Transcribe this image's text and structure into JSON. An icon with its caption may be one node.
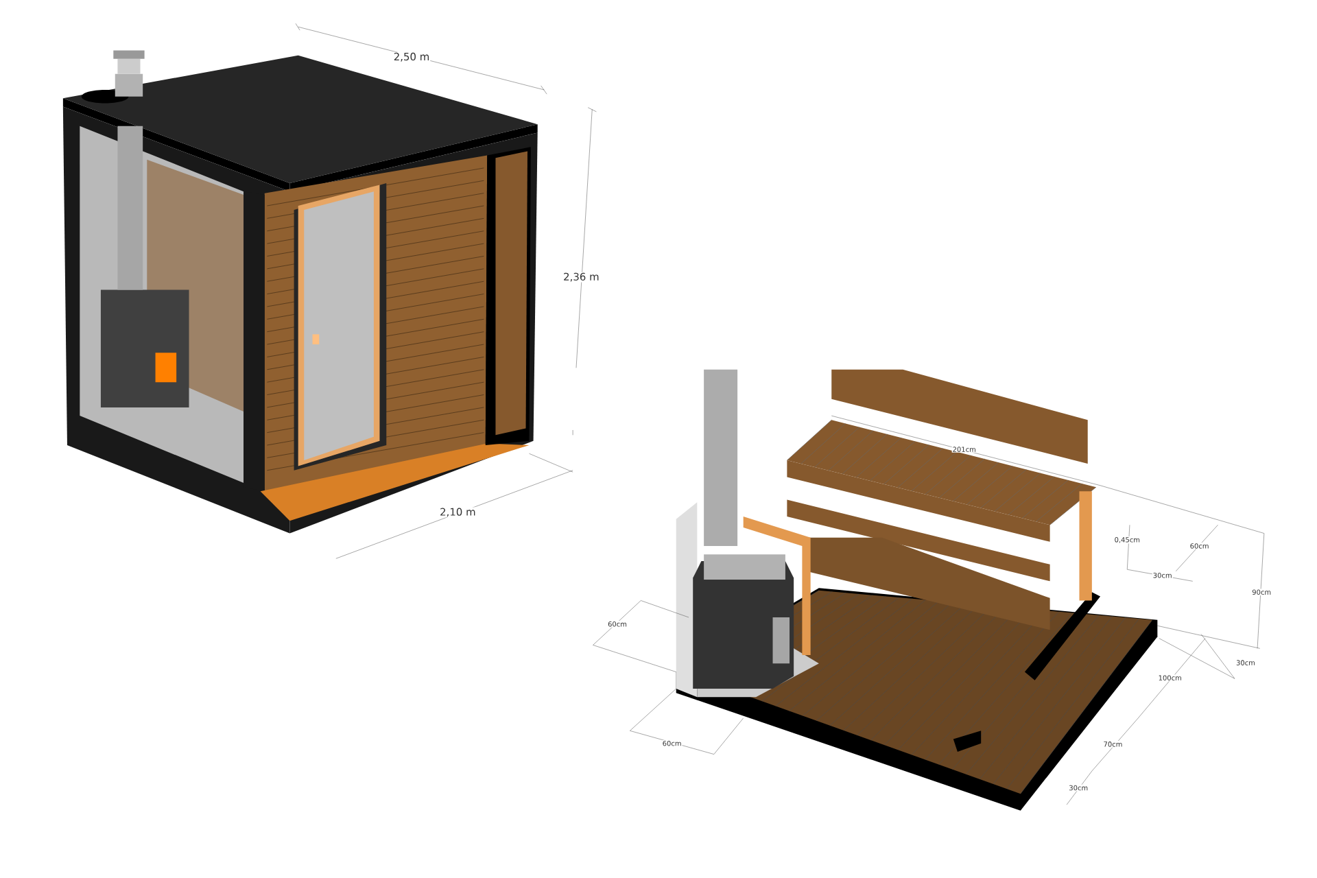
{
  "diagram": {
    "labels": [
      "2,50 m",
      "2,36 m",
      "201cm",
      "2,10 m",
      "0,45cm",
      "60cm",
      "30cm",
      "90cm",
      "60cm",
      "30cm",
      "100cm",
      "60cm",
      "70cm",
      "30cm"
    ]
  }
}
